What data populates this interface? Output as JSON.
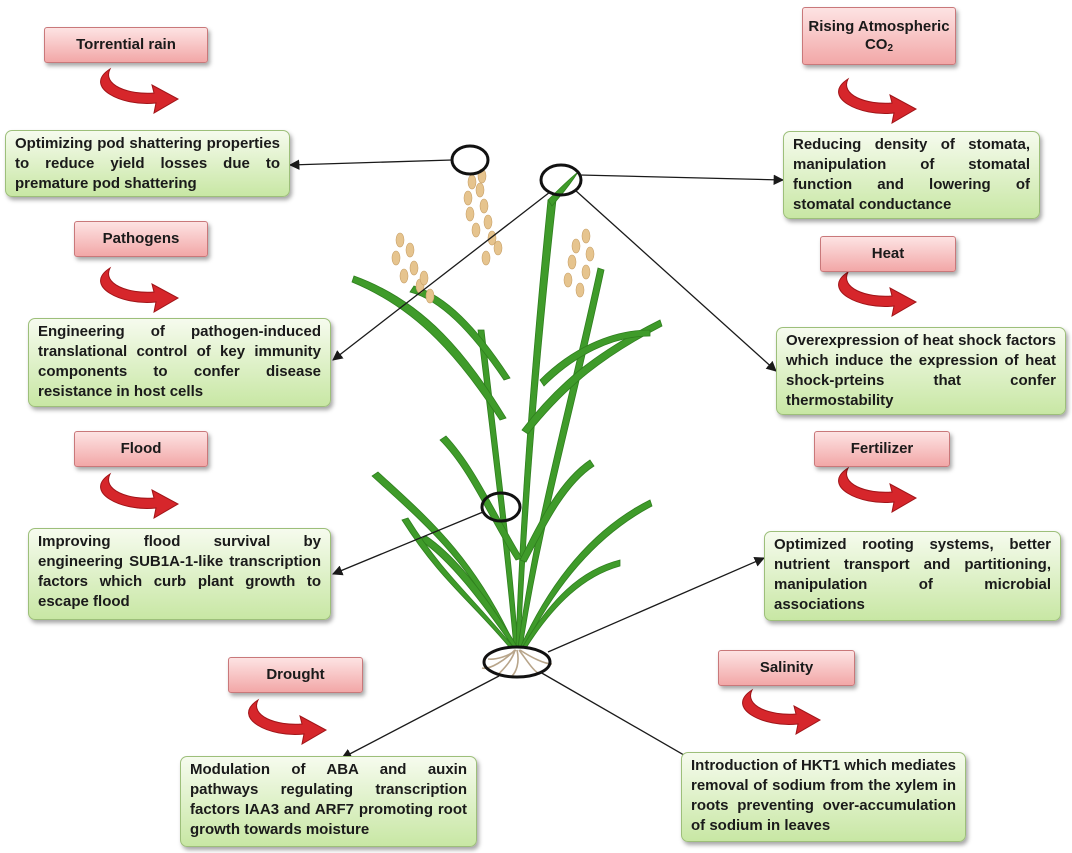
{
  "figure": {
    "stresses": [
      {
        "id": "torrential-rain",
        "label": "Torrential rain",
        "solution": "Optimizing pod shattering properties to reduce yield losses due to premature pod shattering"
      },
      {
        "id": "pathogens",
        "label": "Pathogens",
        "solution": "Engineering of pathogen-induced translational control of key immunity components to confer disease resistance in host cells"
      },
      {
        "id": "flood",
        "label": "Flood",
        "solution": "Improving flood survival by engineering SUB1A-1-like transcription factors which curb plant growth to escape flood"
      },
      {
        "id": "drought",
        "label": "Drought",
        "solution": "Modulation of ABA and auxin pathways regulating transcription factors IAA3 and ARF7 promoting root growth towards moisture"
      },
      {
        "id": "rising-co2",
        "label": "Rising Atmospheric",
        "label_line2": "CO",
        "label_sub": "2",
        "solution": "Reducing density of stomata, manipulation of stomatal function and lowering of stomatal conductance"
      },
      {
        "id": "heat",
        "label": "Heat",
        "solution": "Overexpression of heat shock factors which induce the expression of heat shock-prteins that confer thermostability"
      },
      {
        "id": "fertilizer",
        "label": "Fertilizer",
        "solution": "Optimized rooting systems, better nutrient transport and partitioning, manipulation of microbial associations"
      },
      {
        "id": "salinity",
        "label": "Salinity",
        "solution": "Introduction of HKT1 which mediates removal of sodium from the xylem in roots preventing over-accumulation of sodium in leaves"
      }
    ],
    "colors": {
      "stress_box": "#f2a7a7",
      "solution_box": "#c8e7a4",
      "curved_arrow": "#d6262b",
      "plant_leaf": "#3f9b2a",
      "grain": "#e6c48e",
      "connector": "#1a1a1a"
    }
  }
}
